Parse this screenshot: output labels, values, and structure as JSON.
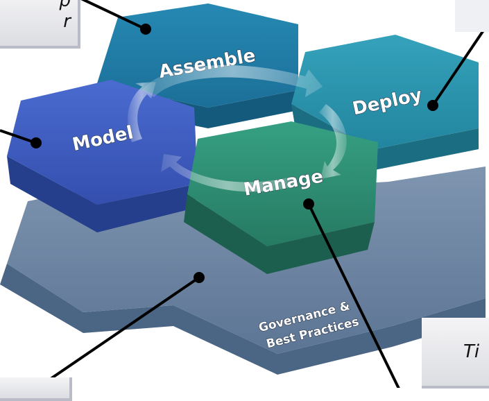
{
  "diagram": {
    "hexagons": [
      {
        "id": "assemble",
        "label": "Assemble",
        "color": "#1f7fa6"
      },
      {
        "id": "deploy",
        "label": "Deploy",
        "color": "#2a93ad"
      },
      {
        "id": "model",
        "label": "Model",
        "color": "#3b5cc0"
      },
      {
        "id": "manage",
        "label": "Manage",
        "color": "#2f8f74"
      }
    ],
    "base": {
      "label_line1": "Governance &",
      "label_line2": "Best Practices",
      "color": "#6e86a3"
    },
    "cycle_arrows": "clockwise lifecycle arrows"
  },
  "callouts": {
    "top_left": {
      "line1": "p",
      "line2": "r"
    },
    "top_right": {
      "text": ""
    },
    "bottom_right": {
      "text": "Ti"
    },
    "bottom_left": {
      "text": ""
    }
  },
  "colors": {
    "leader_line": "#000000",
    "background": "#ffffff"
  }
}
